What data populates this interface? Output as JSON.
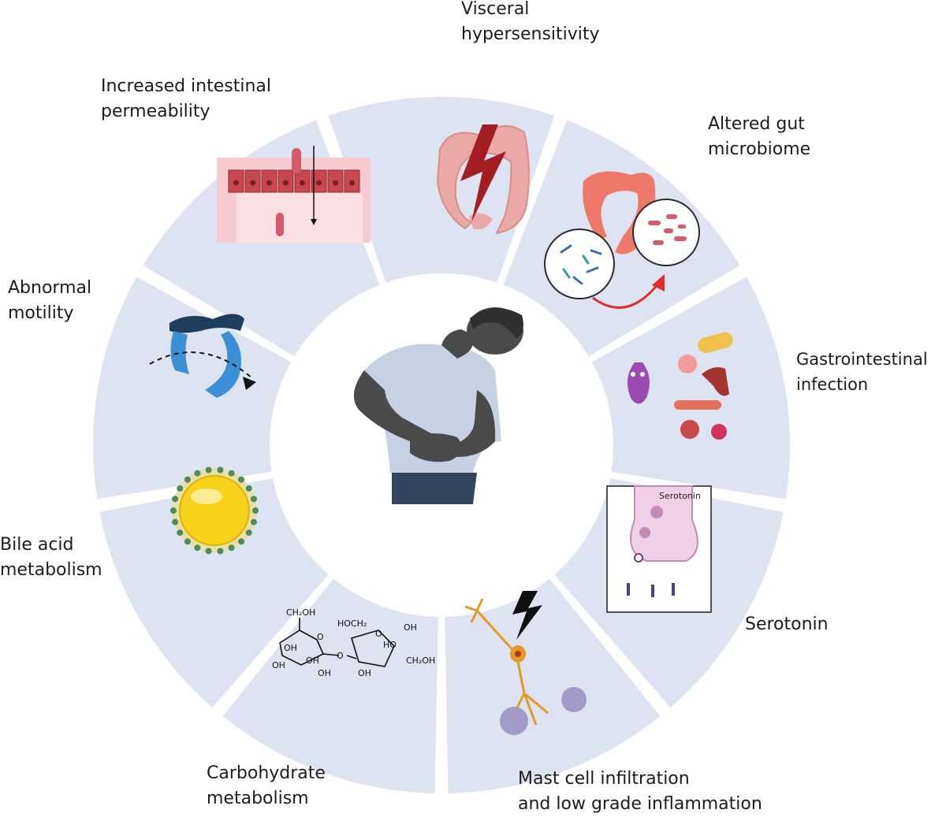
{
  "colors": {
    "segment": "#dde3f1",
    "center": "#ffffff",
    "text": "#1c1c1c",
    "colon_pink": "#eaa9a6",
    "lightning_red": "#a31e22",
    "motility_blue": "#3b8fd6",
    "motility_dark": "#1f3d5c",
    "bile_yellow": "#f7d21b",
    "neuron_orange": "#e39a26",
    "serotonin_pink": "#f0d0e6"
  },
  "center_figure": {
    "icon": "person-abdominal-pain-icon"
  },
  "segments": [
    {
      "id": "visceral-hypersensitivity",
      "label_lines": [
        "Visceral",
        "hypersensitivity"
      ],
      "icon": "colon-lightning-icon"
    },
    {
      "id": "altered-gut-microbiome",
      "label_lines": [
        "Altered gut",
        "microbiome"
      ],
      "icon": "microbiome-icon"
    },
    {
      "id": "gastrointestinal-infection",
      "label_lines": [
        "Gastrointestinal",
        "infection"
      ],
      "icon": "pathogens-icon"
    },
    {
      "id": "serotonin",
      "label_lines": [
        "Serotonin"
      ],
      "icon": "synapse-icon",
      "inset_label": "Serotonin"
    },
    {
      "id": "mast-cell",
      "label_lines": [
        "Mast cell infiltration",
        "and low grade inflammation"
      ],
      "icon": "neuron-mast-cell-icon"
    },
    {
      "id": "carbohydrate-metabolism",
      "label_lines": [
        "Carbohydrate",
        "metabolism"
      ],
      "icon": "sucrose-structure-icon",
      "chem_labels": [
        "CH₂OH",
        "O",
        "OH",
        "OH",
        "OH",
        "OH",
        "O",
        "HOCH₂",
        "O",
        "HO",
        "OH",
        "CH₂OH",
        "OH"
      ]
    },
    {
      "id": "bile-acid-metabolism",
      "label_lines": [
        "Bile acid",
        "metabolism"
      ],
      "icon": "bile-micelle-icon"
    },
    {
      "id": "abnormal-motility",
      "label_lines": [
        "Abnormal",
        "motility"
      ],
      "icon": "colon-motility-icon"
    },
    {
      "id": "intestinal-permeability",
      "label_lines": [
        "Increased intestinal",
        "permeability"
      ],
      "icon": "epithelium-barrier-icon"
    }
  ]
}
